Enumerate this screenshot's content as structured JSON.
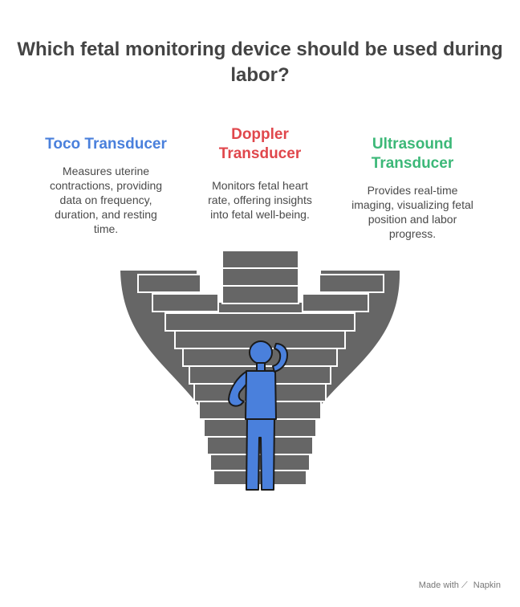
{
  "title": {
    "line1": "Which fetal monitoring device should be used during",
    "line2": "labor?"
  },
  "columns": [
    {
      "heading": [
        "Toco Transducer"
      ],
      "color": "#4a80dc",
      "description": [
        "Measures uterine",
        "contractions, providing",
        "data on frequency,",
        "duration, and resting",
        "time."
      ]
    },
    {
      "heading": [
        "Doppler",
        "Transducer"
      ],
      "color": "#e0474c",
      "description": [
        "Monitors fetal heart",
        "rate, offering insights",
        "into fetal well-being."
      ]
    },
    {
      "heading": [
        "Ultrasound",
        "Transducer"
      ],
      "color": "#3cb878",
      "description": [
        "Provides real-time",
        "imaging, visualizing fetal",
        "position and labor",
        "progress."
      ]
    }
  ],
  "colors": {
    "stair_fill": "#666666",
    "stair_edge": "#ffffff",
    "figure": "#4a80dc",
    "figure_outline": "#1a1a1a"
  },
  "icons": {
    "person": "person-thinking-icon",
    "footer": "napkin-logo-icon"
  },
  "footer": {
    "made_with": "Made with",
    "brand": "Napkin"
  }
}
